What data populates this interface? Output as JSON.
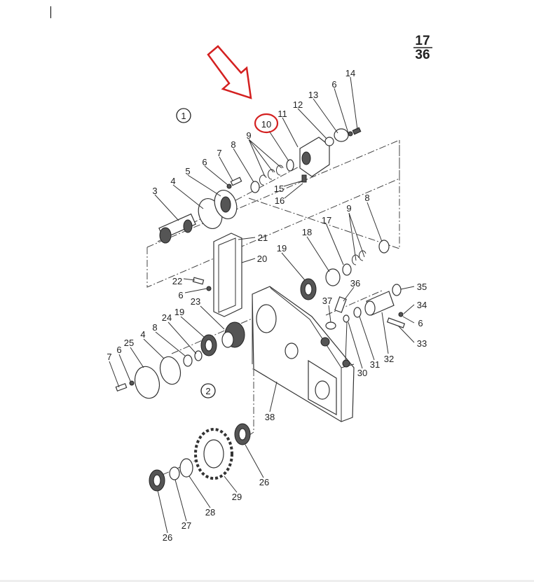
{
  "page_number": {
    "numerator": "17",
    "denominator": "36"
  },
  "groups": [
    "1",
    "2"
  ],
  "highlighted_part": "10",
  "highlight_color": "#d42020",
  "labels": [
    "14",
    "6",
    "13",
    "12",
    "11",
    "10",
    "9",
    "8",
    "7",
    "6",
    "5",
    "4",
    "3",
    "15",
    "16",
    "21",
    "20",
    "19",
    "18",
    "17",
    "9",
    "8",
    "22",
    "6",
    "23",
    "19",
    "24",
    "8",
    "4",
    "25",
    "6",
    "7",
    "36",
    "35",
    "37",
    "34",
    "6",
    "33",
    "32",
    "31",
    "30",
    "38",
    "26",
    "29",
    "28",
    "27",
    "26"
  ]
}
